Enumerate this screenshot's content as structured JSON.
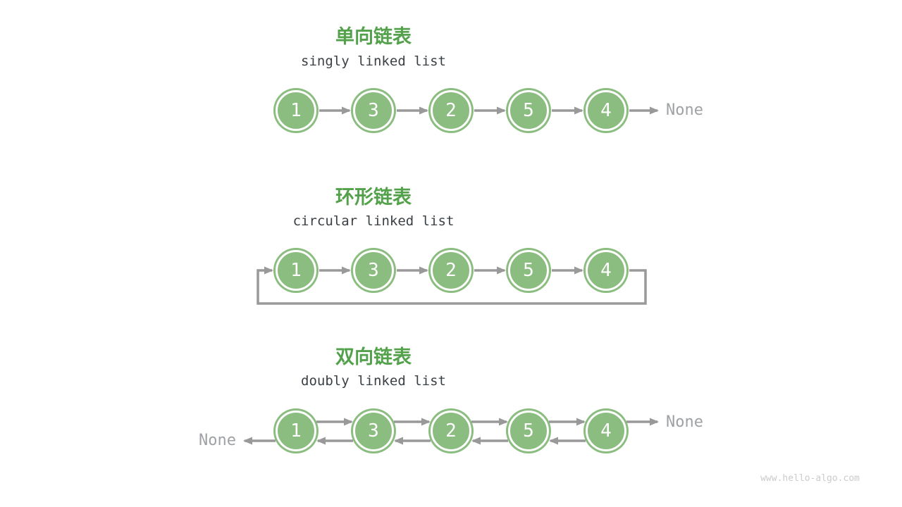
{
  "page": {
    "watermark": "www.hello-algo.com"
  },
  "colors": {
    "node_green": "#8cbd80",
    "title_green": "#53a14b",
    "arrow_gray": "#999999",
    "none_gray": "#9fa2a5",
    "subtitle_dark": "#3b4045",
    "watermark_gray": "#cbcbcb"
  },
  "sections": [
    {
      "id": "singly",
      "title": "单向链表",
      "subtitle": "singly linked list",
      "nodes": [
        "1",
        "3",
        "2",
        "5",
        "4"
      ],
      "tail_label": "None"
    },
    {
      "id": "circular",
      "title": "环形链表",
      "subtitle": "circular linked list",
      "nodes": [
        "1",
        "3",
        "2",
        "5",
        "4"
      ]
    },
    {
      "id": "doubly",
      "title": "双向链表",
      "subtitle": "doubly linked list",
      "nodes": [
        "1",
        "3",
        "2",
        "5",
        "4"
      ],
      "head_label": "None",
      "tail_label": "None"
    }
  ]
}
